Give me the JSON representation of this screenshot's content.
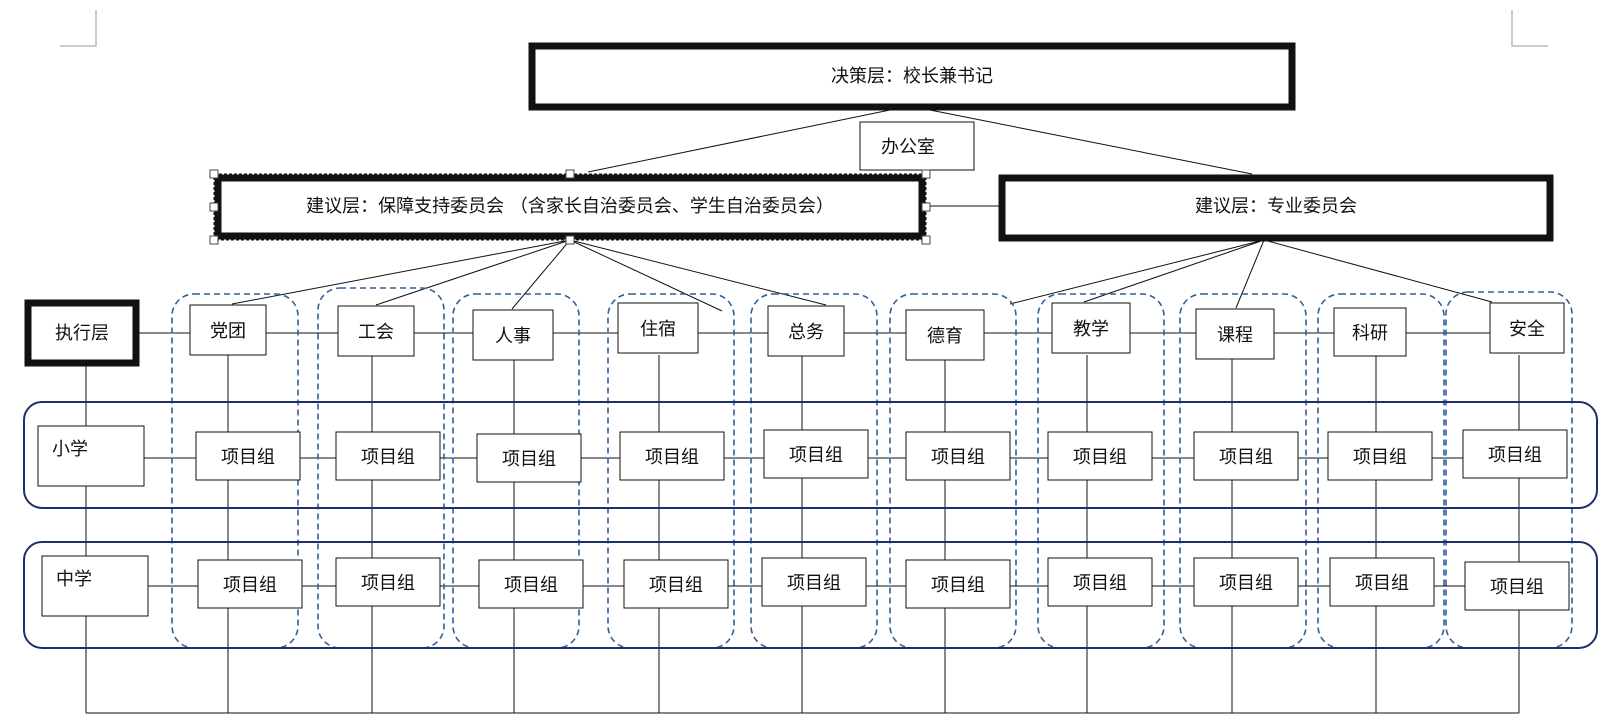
{
  "diagram": {
    "decision": "决策层：校长兼书记",
    "office": "办公室",
    "advisory_support": "建议层：保障支持委员会 （含家长自治委员会、学生自治委员会）",
    "advisory_professional": "建议层：专业委员会",
    "executive": "执行层",
    "primary": "小学",
    "secondary": "中学",
    "departments": [
      "党团",
      "工会",
      "人事",
      "住宿",
      "总务",
      "德育",
      "教学",
      "课程",
      "科研",
      "安全"
    ],
    "project_group": "项目组"
  },
  "colors": {
    "line": "#111111",
    "group_band": "#1f2f6b",
    "dashed_column": "#2f6199"
  }
}
